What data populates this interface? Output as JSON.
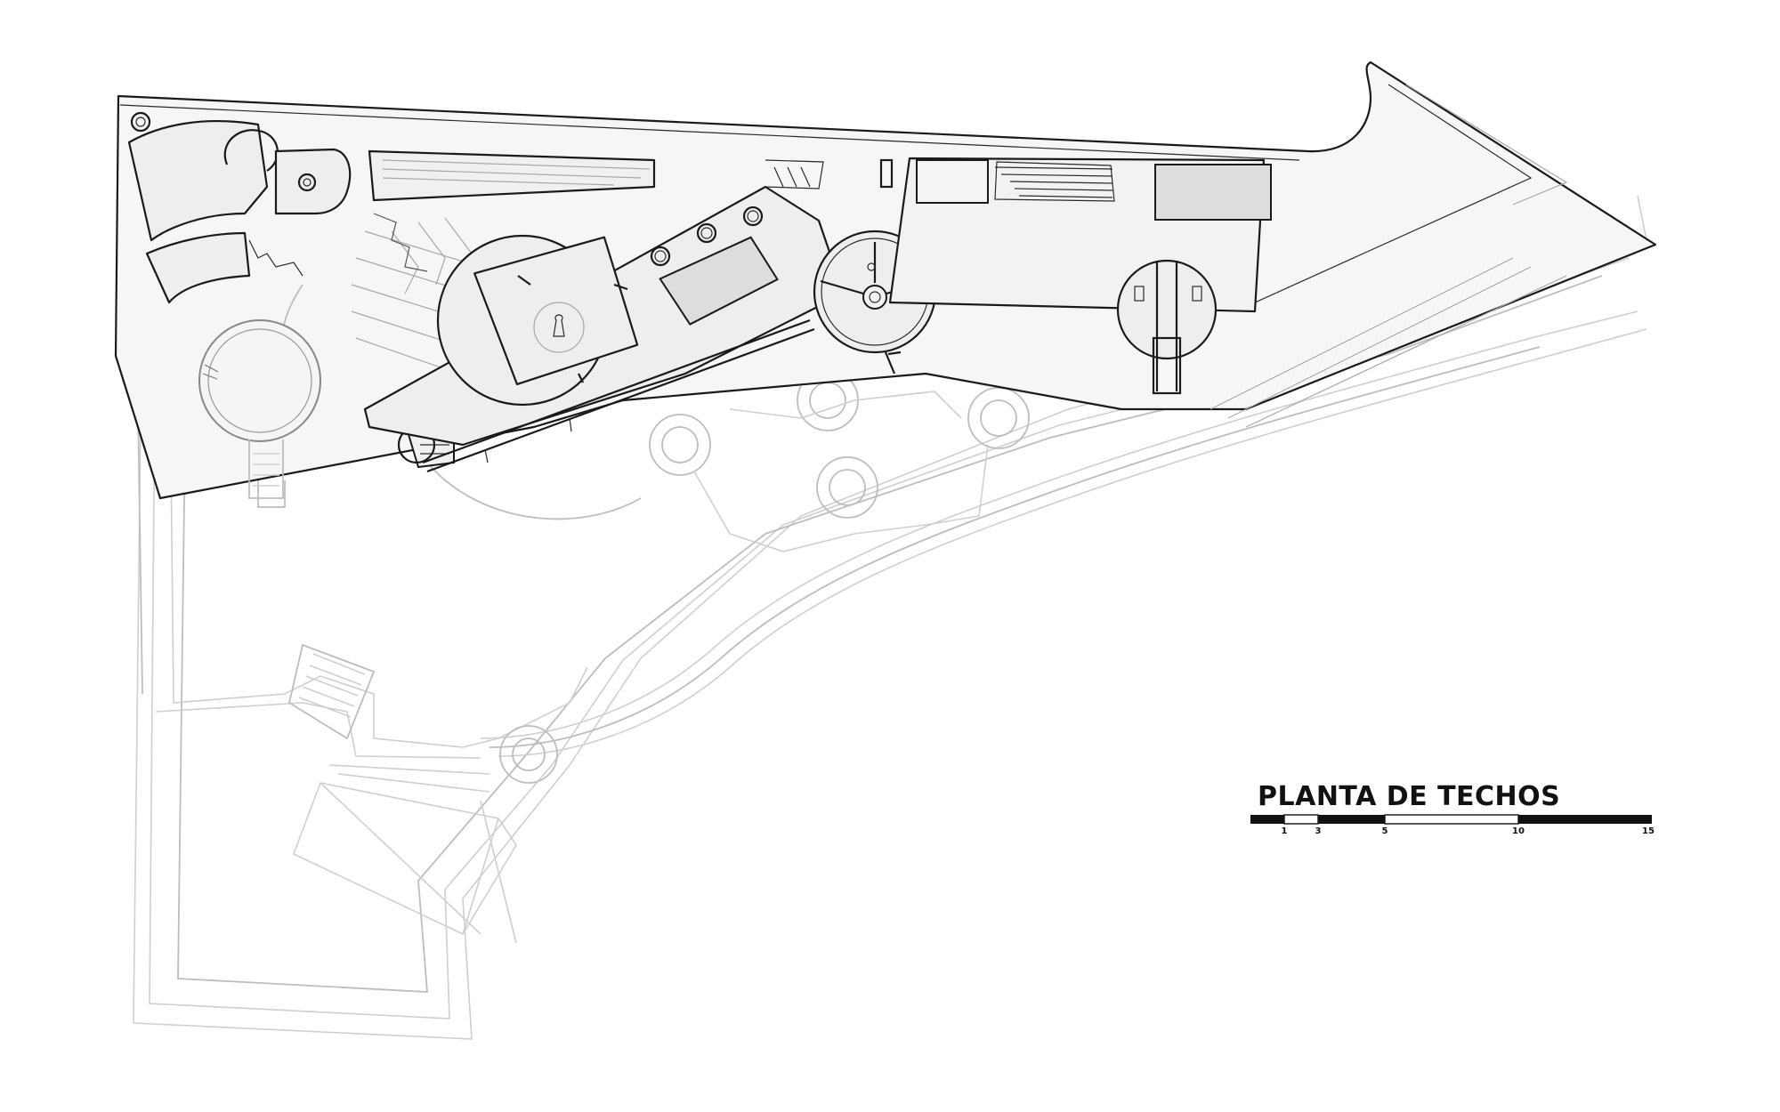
{
  "title": "PLANTA DE TECHOS",
  "scale_bar": {
    "labels": [
      "1",
      "3",
      "5",
      "10",
      "15"
    ]
  },
  "colors": {
    "roof_fill": "#eeeeee",
    "line": "#1a1a1a",
    "ghost_line": "#cfcfcf"
  }
}
